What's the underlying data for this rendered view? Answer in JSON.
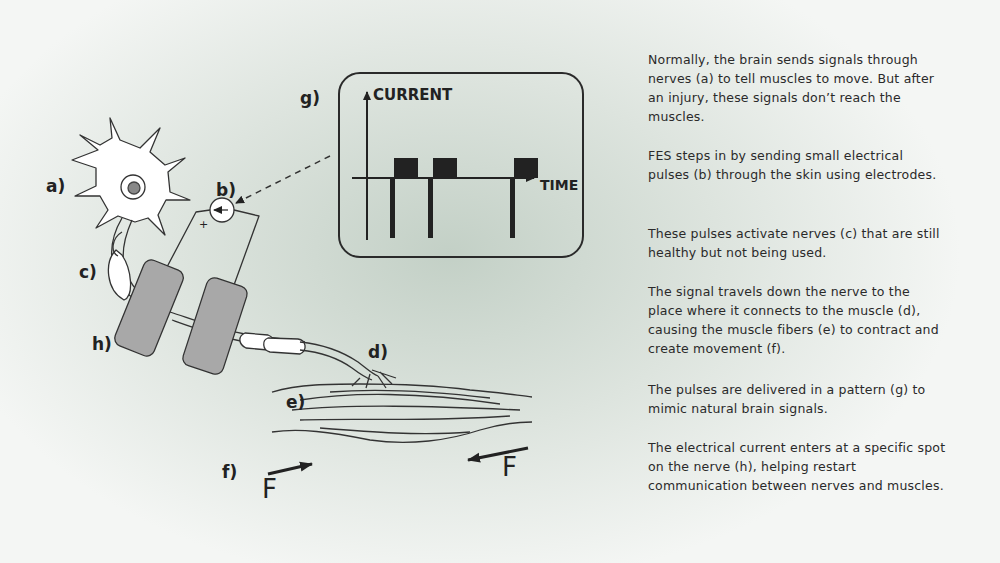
{
  "diagram": {
    "nodes": [
      {
        "text": [
          "CURRENT",
          "TIME"
        ]
      }
    ],
    "labels": [
      "a)",
      "b)",
      "c)",
      "d)",
      "e)",
      "f)",
      "g)",
      "h)",
      "+",
      "F",
      "F",
      "Normally, the brain sends signals through nerves (a) to tell muscles to move. But after an injury, these signals don’t reach the muscles.",
      "FES steps in by sending small electrical pulses (b) through the skin using electrodes.",
      "These pulses activate nerves (c) that are still healthy but not being used.",
      "The signal travels down the nerve to the place where it connects to the muscle (d), causing the muscle fibers (e) to contract and create movement (f).",
      "The pulses are delivered in a pattern (g) to mimic natural brain signals.",
      "The electrical current enters at a specific spot on the nerve (h), helping restart communication between nerves and muscles."
    ]
  }
}
